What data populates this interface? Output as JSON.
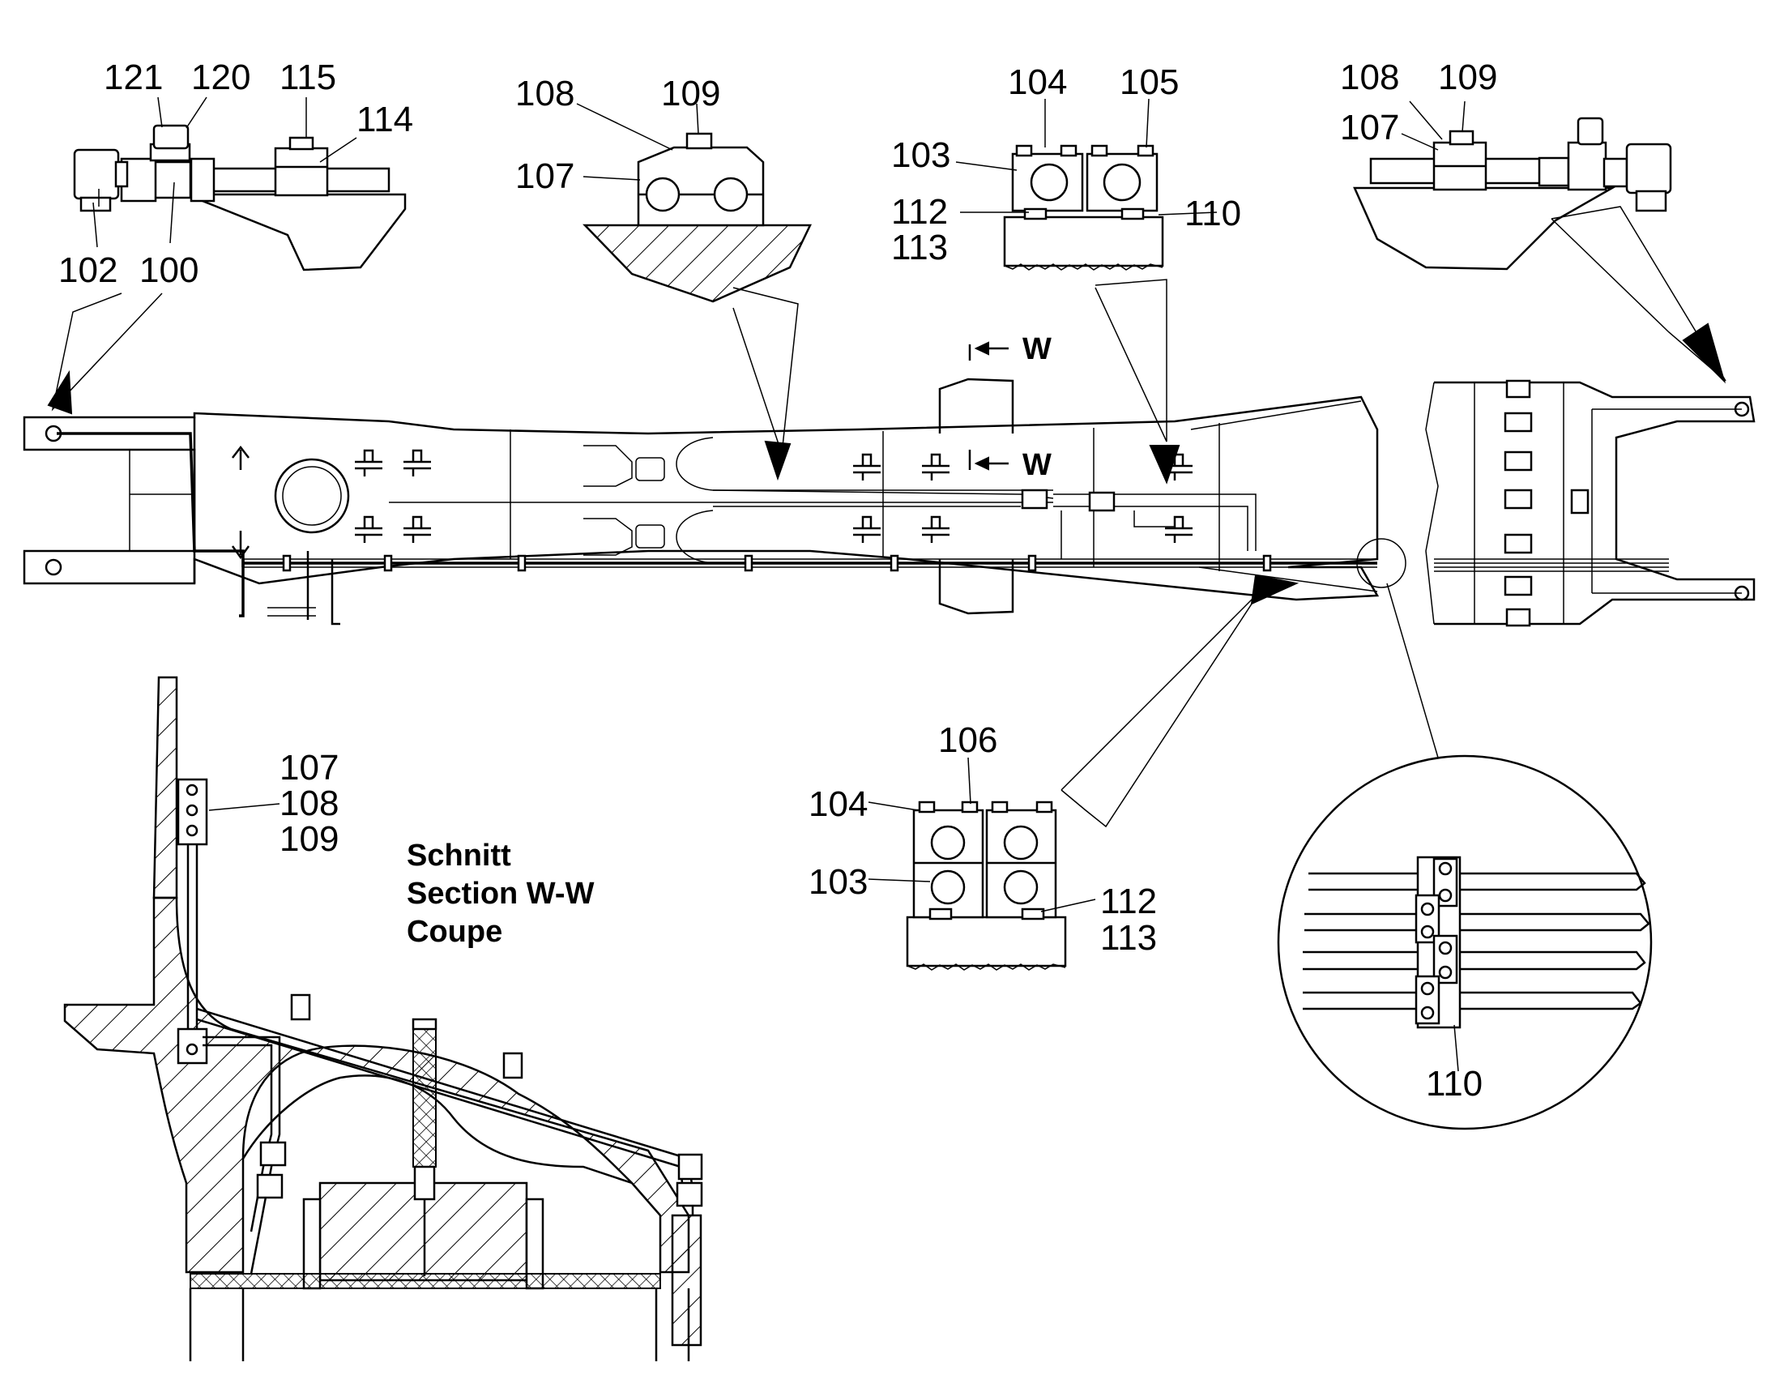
{
  "callouts": {
    "d1": {
      "n121": "121",
      "n120": "120",
      "n115": "115",
      "n114": "114",
      "n102": "102",
      "n100": "100"
    },
    "d2": {
      "n108": "108",
      "n109": "109",
      "n107": "107"
    },
    "d3": {
      "n104": "104",
      "n105": "105",
      "n103": "103",
      "n112": "112",
      "n113": "113",
      "n110": "110"
    },
    "d4": {
      "n108": "108",
      "n109": "109",
      "n107": "107"
    },
    "d5": {
      "n106": "106",
      "n104": "104",
      "n103": "103",
      "n112": "112",
      "n113": "113"
    },
    "d6": {
      "n110": "110"
    },
    "section": {
      "n107": "107",
      "n108": "108",
      "n109": "109"
    }
  },
  "section_view": {
    "arrow_label_top": "W",
    "arrow_label_bottom": "W",
    "title_de": "Schnitt",
    "title_en": "Section  W-W",
    "title_fr": "Coupe"
  },
  "colors": {
    "line": "#000000",
    "background": "#ffffff"
  }
}
